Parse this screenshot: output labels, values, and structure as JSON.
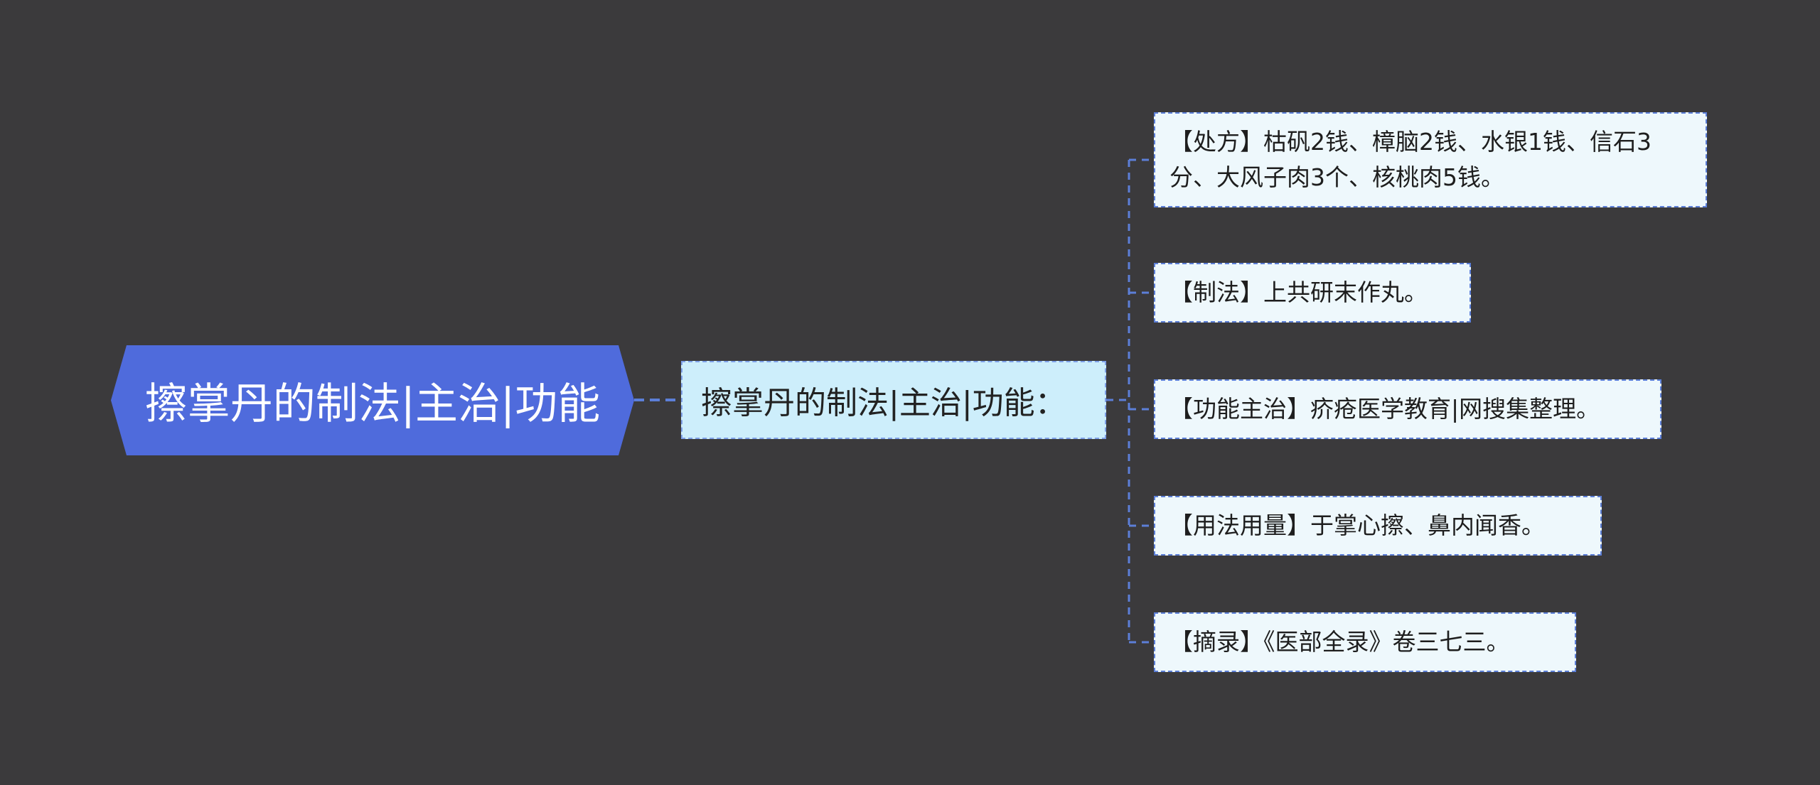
{
  "root": {
    "label": "擦掌丹的制法|主治|功能"
  },
  "topic": {
    "label": "擦掌丹的制法|主治|功能："
  },
  "leaves": [
    {
      "label": "【处方】枯矾2钱、樟脑2钱、水银1钱、信石3分、大风子肉3个、核桃肉5钱。"
    },
    {
      "label": "【制法】上共研末作丸。"
    },
    {
      "label": "【功能主治】疥疮医学教育|网搜集整理。"
    },
    {
      "label": "【用法用量】于掌心擦、鼻内闻香。"
    },
    {
      "label": "【摘录】《医部全录》卷三七三。"
    }
  ],
  "colors": {
    "background": "#3b3a3c",
    "root_fill": "#4f6bdc",
    "topic_fill": "#cdeefb",
    "leaf_fill": "#eef8fc",
    "connector": "#5c7fd8"
  }
}
